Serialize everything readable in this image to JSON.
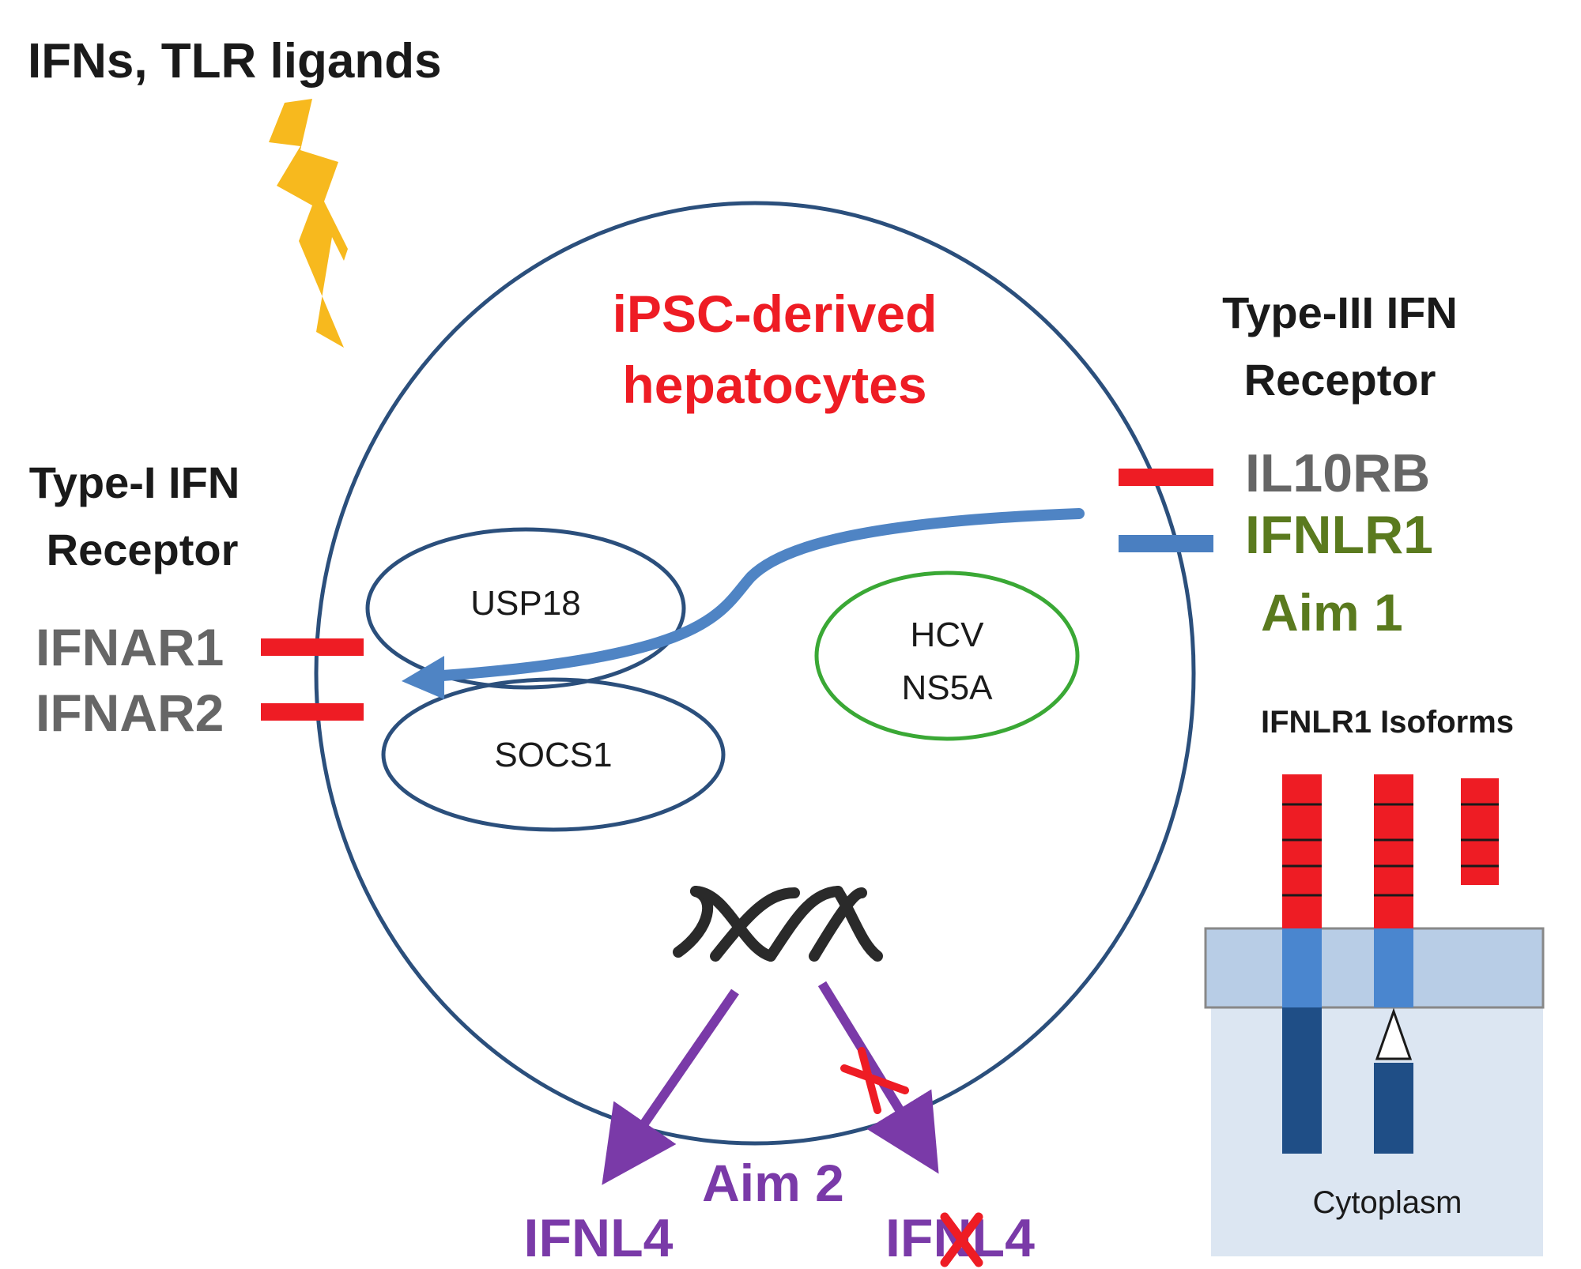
{
  "stimulus": {
    "label": "IFNs, TLR ligands"
  },
  "cell": {
    "title_line1": "iPSC-derived",
    "title_line2": "hepatocytes"
  },
  "type1_receptor": {
    "title_line1": "Type-I IFN",
    "title_line2": "Receptor",
    "subunit1": "IFNAR1",
    "subunit2": "IFNAR2"
  },
  "type3_receptor": {
    "title_line1": "Type-III IFN",
    "title_line2": "Receptor",
    "subunit1": "IL10RB",
    "subunit2": "IFNLR1",
    "aim": "Aim 1"
  },
  "inner_nodes": {
    "usp18": "USP18",
    "socs1": "SOCS1",
    "hcv_line1": "HCV",
    "hcv_line2": "NS5A"
  },
  "gene": {
    "product_expressed": "IFNL4",
    "aim": "Aim 2",
    "product_blocked_prefix": "IF",
    "product_blocked_struck": "N",
    "product_blocked_suffix": "L4"
  },
  "isoforms": {
    "title": "IFNLR1 Isoforms",
    "compartment": "Cytoplasm"
  },
  "colors": {
    "cell_outline": "#2b4f7c",
    "title_red": "#ee1c24",
    "receptor_bar_red": "#ee1c24",
    "receptor_bar_blue": "#4a7fc1",
    "signal_arrow": "#4f84c4",
    "hcv_outline": "#3aa835",
    "aim1_green": "#5a7a1e",
    "gene_purple": "#7a3aa8",
    "bolt_yellow": "#f7b91e",
    "grey_text": "#666666",
    "membrane": "#b8cde6",
    "cytoplasm": "#dce6f2",
    "isoform_dark": "#1f4e86",
    "isoform_mid": "#4a86cf"
  }
}
